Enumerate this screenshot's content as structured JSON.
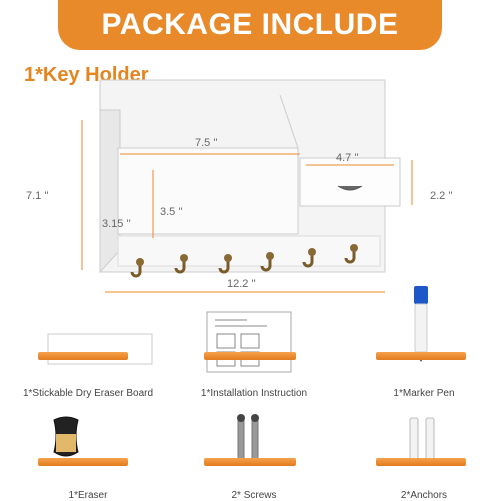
{
  "banner": {
    "title": "PACKAGE INCLUDE"
  },
  "main_item": {
    "label": "1*Key Holder"
  },
  "dimensions": {
    "width_top": "7.5 ''",
    "drawer_width": "4.7 ''",
    "drawer_height": "2.2 ''",
    "height": "7.1 ''",
    "front_height": "3.5 ''",
    "depth": "3.15 ''",
    "total_width": "12.2 ''"
  },
  "accessories": [
    {
      "label": "1*Stickable Dry Eraser Board"
    },
    {
      "label": "1*Installation Instruction"
    },
    {
      "label": "1*Marker Pen"
    },
    {
      "label": "1*Eraser"
    },
    {
      "label": "2* Screws"
    },
    {
      "label": "2*Anchors"
    }
  ],
  "colors": {
    "accent": "#e8892a",
    "text": "#444444"
  }
}
